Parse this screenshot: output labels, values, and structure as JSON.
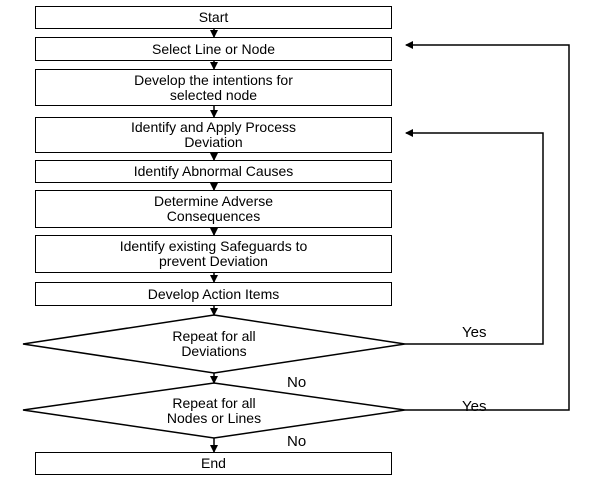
{
  "flowchart": {
    "steps": [
      "Start",
      "Select Line or Node",
      "Develop the intentions for\nselected node",
      "Identify and Apply Process\nDeviation",
      "Identify Abnormal Causes",
      "Determine Adverse\nConsequences",
      "Identify existing Safeguards to\nprevent Deviation",
      "Develop Action Items"
    ],
    "decisions": [
      "Repeat for all\nDeviations",
      "Repeat for all\nNodes or Lines"
    ],
    "end": "End",
    "labels": {
      "yes_1": "Yes",
      "no_1": "No",
      "yes_2": "Yes",
      "no_2": "No"
    }
  }
}
